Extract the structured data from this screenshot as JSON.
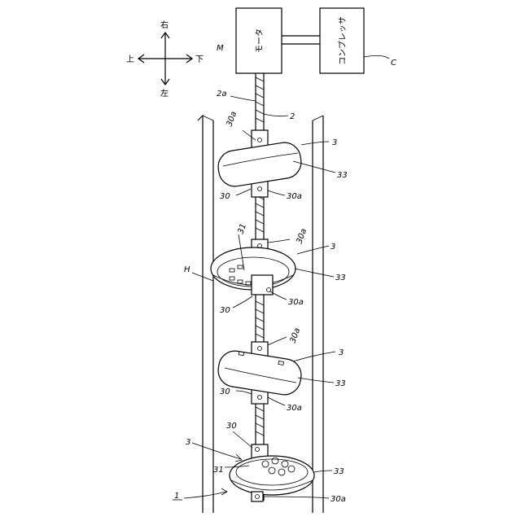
{
  "labels": {
    "motor": "モータ",
    "compressor": "コンプレッサ",
    "M": "M",
    "C": "C",
    "dir_right": "右",
    "dir_left": "左",
    "dir_up": "上",
    "dir_down": "下",
    "shaft_2a": "2a",
    "shaft_2": "2",
    "H": "H",
    "ref_1": "1",
    "ref_3": "3",
    "ref_30": "30",
    "ref_30a": "30a",
    "ref_31": "31",
    "ref_33": "33"
  }
}
